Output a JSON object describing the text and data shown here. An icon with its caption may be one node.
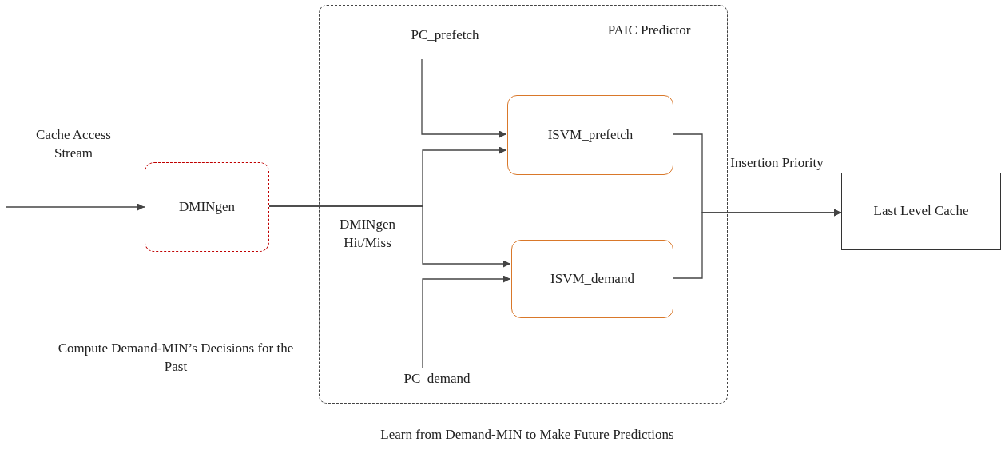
{
  "diagram": {
    "nodes": [
      {
        "text": [
          "PAIC Predictor"
        ]
      },
      {
        "text": [
          "DMINgen"
        ]
      },
      {
        "text": [
          "PC_prefetch"
        ],
        "in": 0
      },
      {
        "text": [
          "ISVM_prefetch"
        ],
        "in": 0
      },
      {
        "text": [
          "ISVM_demand"
        ],
        "in": 0
      },
      {
        "text": [
          "PC_demand"
        ],
        "in": 0
      },
      {
        "text": [
          "Last Level Cache"
        ]
      }
    ],
    "edges": [
      {
        "from": null,
        "to": 1,
        "arrow": "to"
      },
      {
        "from": 1,
        "to": 3,
        "arrow": "to"
      },
      {
        "from": 1,
        "to": 4,
        "arrow": "to"
      },
      {
        "from": 2,
        "to": 3,
        "arrow": "to"
      },
      {
        "from": 5,
        "to": 4,
        "arrow": "to"
      },
      {
        "from": 3,
        "to": 6,
        "arrow": "to"
      },
      {
        "from": 4,
        "to": 6,
        "arrow": "to"
      }
    ],
    "labels": [
      "Cache Access Stream",
      "DMINgen Hit/Miss",
      "Insertion Priority",
      "Compute Demand-MIN’s Decisions for the Past",
      "Learn from Demand-MIN to Make Future Predictions"
    ]
  }
}
